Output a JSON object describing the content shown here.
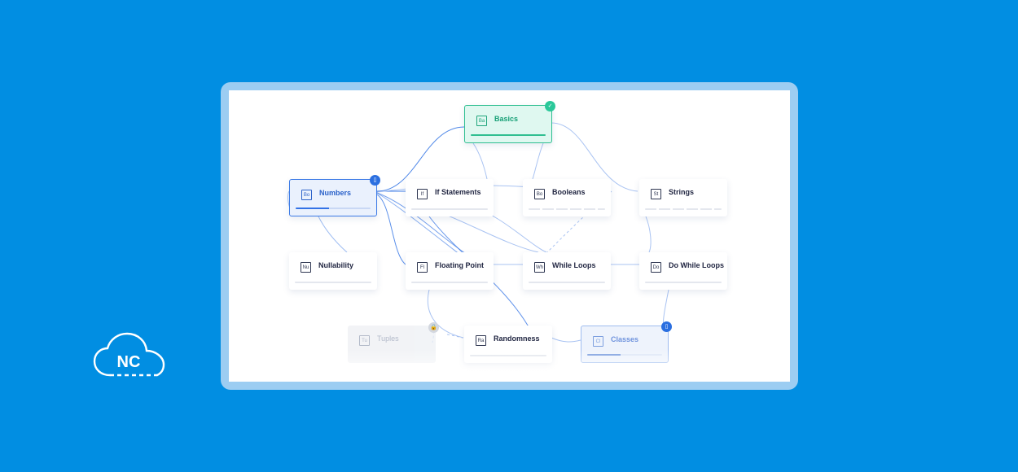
{
  "colors": {
    "background": "#018ee2",
    "frame": "#9ccdf2",
    "completed": "#2fbf91",
    "active": "#3d7be6",
    "edge": "#3d7be6"
  },
  "logo": {
    "text": "NC",
    "icon": "cloud-icon"
  },
  "nodes": {
    "basics": {
      "tag": "Ba",
      "label": "Basics",
      "status": "completed",
      "progress": 1.0
    },
    "numbers": {
      "tag": "Bo",
      "label": "Numbers",
      "status": "in-progress",
      "progress": 0.45
    },
    "if_statements": {
      "tag": "If",
      "label": "If Statements",
      "status": "available",
      "progress": 0
    },
    "booleans": {
      "tag": "Bo",
      "label": "Booleans",
      "status": "available",
      "progress": 0
    },
    "strings": {
      "tag": "St",
      "label": "Strings",
      "status": "available",
      "progress": 0
    },
    "nullability": {
      "tag": "Nu",
      "label": "Nullability",
      "status": "available",
      "progress": 0
    },
    "floating_point": {
      "tag": "Fl",
      "label": "Floating Point",
      "status": "available",
      "progress": 0
    },
    "while_loops": {
      "tag": "Wh",
      "label": "While Loops",
      "status": "available",
      "progress": 0
    },
    "do_while_loops": {
      "tag": "Do",
      "label": "Do While Loops",
      "status": "available",
      "progress": 0
    },
    "tuples": {
      "tag": "Tu",
      "label": "Tuples",
      "status": "locked",
      "progress": 0
    },
    "randomness": {
      "tag": "Ra",
      "label": "Randomness",
      "status": "available",
      "progress": 0
    },
    "classes": {
      "tag": "Cl",
      "label": "Classes",
      "status": "in-progress",
      "progress": 0.45
    }
  },
  "badges": {
    "check": "✓",
    "book": "▯",
    "lock": "🔒"
  }
}
